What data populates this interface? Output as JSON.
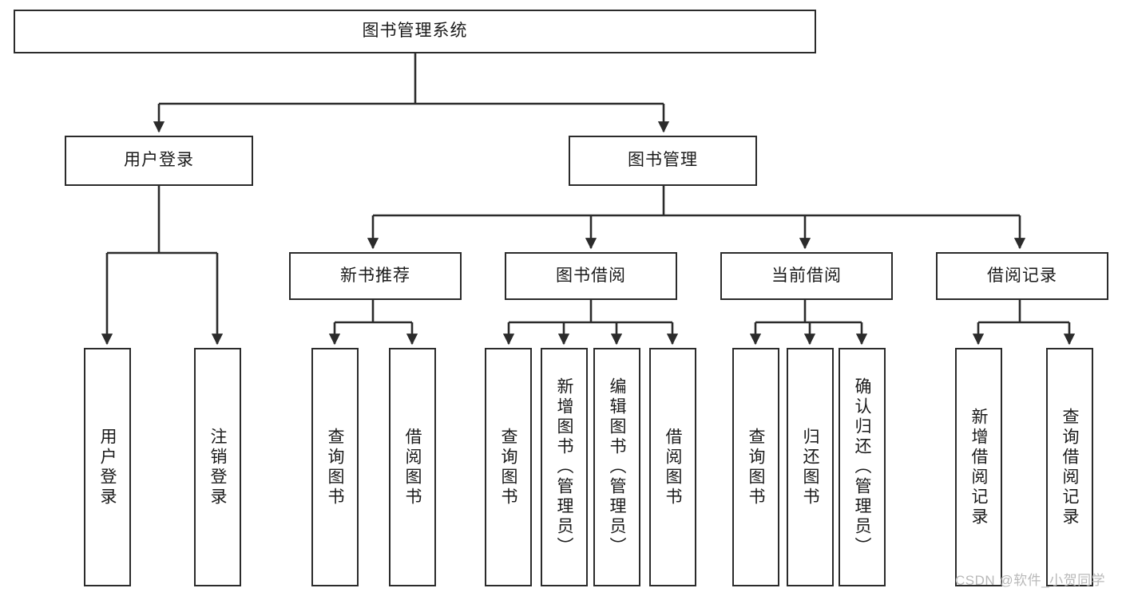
{
  "diagram": {
    "title": "图书管理系统",
    "type": "functional-structure-tree",
    "root": {
      "id": "root",
      "label": "图书管理系统",
      "orientation": "horizontal"
    },
    "level2": [
      {
        "id": "user-login",
        "label": "用户登录",
        "orientation": "horizontal"
      },
      {
        "id": "book-management",
        "label": "图书管理",
        "orientation": "horizontal"
      }
    ],
    "level3": [
      {
        "id": "new-book-recommend",
        "label": "新书推荐",
        "orientation": "horizontal"
      },
      {
        "id": "book-borrow",
        "label": "图书借阅",
        "orientation": "horizontal"
      },
      {
        "id": "current-borrow",
        "label": "当前借阅",
        "orientation": "horizontal"
      },
      {
        "id": "borrow-record",
        "label": "借阅记录",
        "orientation": "horizontal"
      }
    ],
    "leaves": {
      "user_login": [
        {
          "id": "leaf-user-login",
          "label": "用户登录"
        },
        {
          "id": "leaf-logout-login",
          "label": "注销登录"
        }
      ],
      "new_book_recommend": [
        {
          "id": "leaf-query-book-1",
          "label": "查询图书"
        },
        {
          "id": "leaf-borrow-book-1",
          "label": "借阅图书"
        }
      ],
      "book_borrow": [
        {
          "id": "leaf-query-book-2",
          "label": "查询图书"
        },
        {
          "id": "leaf-add-book",
          "label": "新增图书（管理员）"
        },
        {
          "id": "leaf-edit-book",
          "label": "编辑图书（管理员）"
        },
        {
          "id": "leaf-borrow-book-2",
          "label": "借阅图书"
        }
      ],
      "current_borrow": [
        {
          "id": "leaf-query-book-3",
          "label": "查询图书"
        },
        {
          "id": "leaf-return-book",
          "label": "归还图书"
        },
        {
          "id": "leaf-confirm-return",
          "label": "确认归还（管理员）"
        }
      ],
      "borrow_record": [
        {
          "id": "leaf-add-borrow-record",
          "label": "新增借阅记录"
        },
        {
          "id": "leaf-query-borrow-record",
          "label": "查询借阅记录"
        }
      ]
    },
    "colors": {
      "box_border": "#2b2b2b",
      "box_fill": "#ffffff",
      "connector": "#2b2b2b",
      "text": "#1a1a1a",
      "watermark": "#b9b9b9",
      "background": "#ffffff"
    }
  },
  "watermark": {
    "text": "CSDN @软件_小贺同学"
  }
}
